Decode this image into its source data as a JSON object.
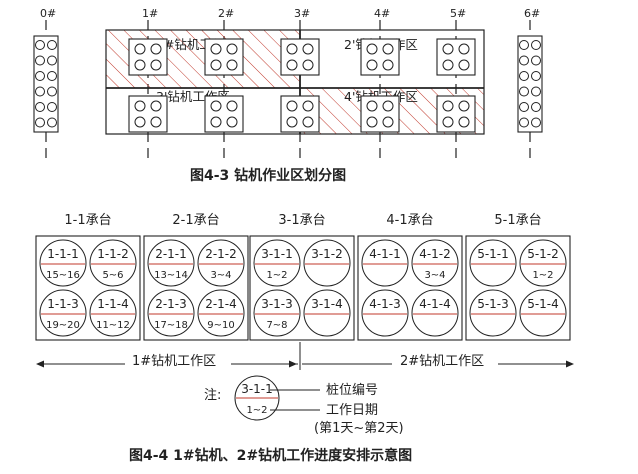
{
  "figure_top": {
    "caption": "图4-3  钻机作业区划分图",
    "axes": [
      "0#",
      "1#",
      "2#",
      "3#",
      "4#",
      "5#",
      "6#"
    ],
    "zones": [
      "1#钻机工作区",
      "2'钻机工作区",
      "3'钻机工作区",
      "4'钻机工作区"
    ]
  },
  "figure_bottom": {
    "caption": "图4-4  1#钻机、2#钻机工作进度安排示意图",
    "caps": [
      {
        "label": "1-1承台",
        "piles": [
          {
            "id": "1-1-1",
            "days": "15~16"
          },
          {
            "id": "1-1-2",
            "days": "5~6"
          },
          {
            "id": "1-1-3",
            "days": "19~20"
          },
          {
            "id": "1-1-4",
            "days": "11~12"
          }
        ]
      },
      {
        "label": "2-1承台",
        "piles": [
          {
            "id": "2-1-1",
            "days": "13~14"
          },
          {
            "id": "2-1-2",
            "days": "3~4"
          },
          {
            "id": "2-1-3",
            "days": "17~18"
          },
          {
            "id": "2-1-4",
            "days": "9~10"
          }
        ]
      },
      {
        "label": "3-1承台",
        "piles": [
          {
            "id": "3-1-1",
            "days": "1~2"
          },
          {
            "id": "3-1-2",
            "days": ""
          },
          {
            "id": "3-1-3",
            "days": "7~8"
          },
          {
            "id": "3-1-4",
            "days": ""
          }
        ]
      },
      {
        "label": "4-1承台",
        "piles": [
          {
            "id": "4-1-1",
            "days": ""
          },
          {
            "id": "4-1-2",
            "days": "3~4"
          },
          {
            "id": "4-1-3",
            "days": ""
          },
          {
            "id": "4-1-4",
            "days": ""
          }
        ]
      },
      {
        "label": "5-1承台",
        "piles": [
          {
            "id": "5-1-1",
            "days": ""
          },
          {
            "id": "5-1-2",
            "days": "1~2"
          },
          {
            "id": "5-1-3",
            "days": ""
          },
          {
            "id": "5-1-4",
            "days": ""
          }
        ]
      }
    ],
    "zone_left": "1#钻机工作区",
    "zone_right": "2#钻机工作区",
    "legend": {
      "prefix": "注:",
      "sample_id": "3-1-1",
      "sample_days": "1~2",
      "label_id": "桩位编号",
      "label_days": "工作日期",
      "label_days_note": "(第1天~第2天)"
    }
  }
}
